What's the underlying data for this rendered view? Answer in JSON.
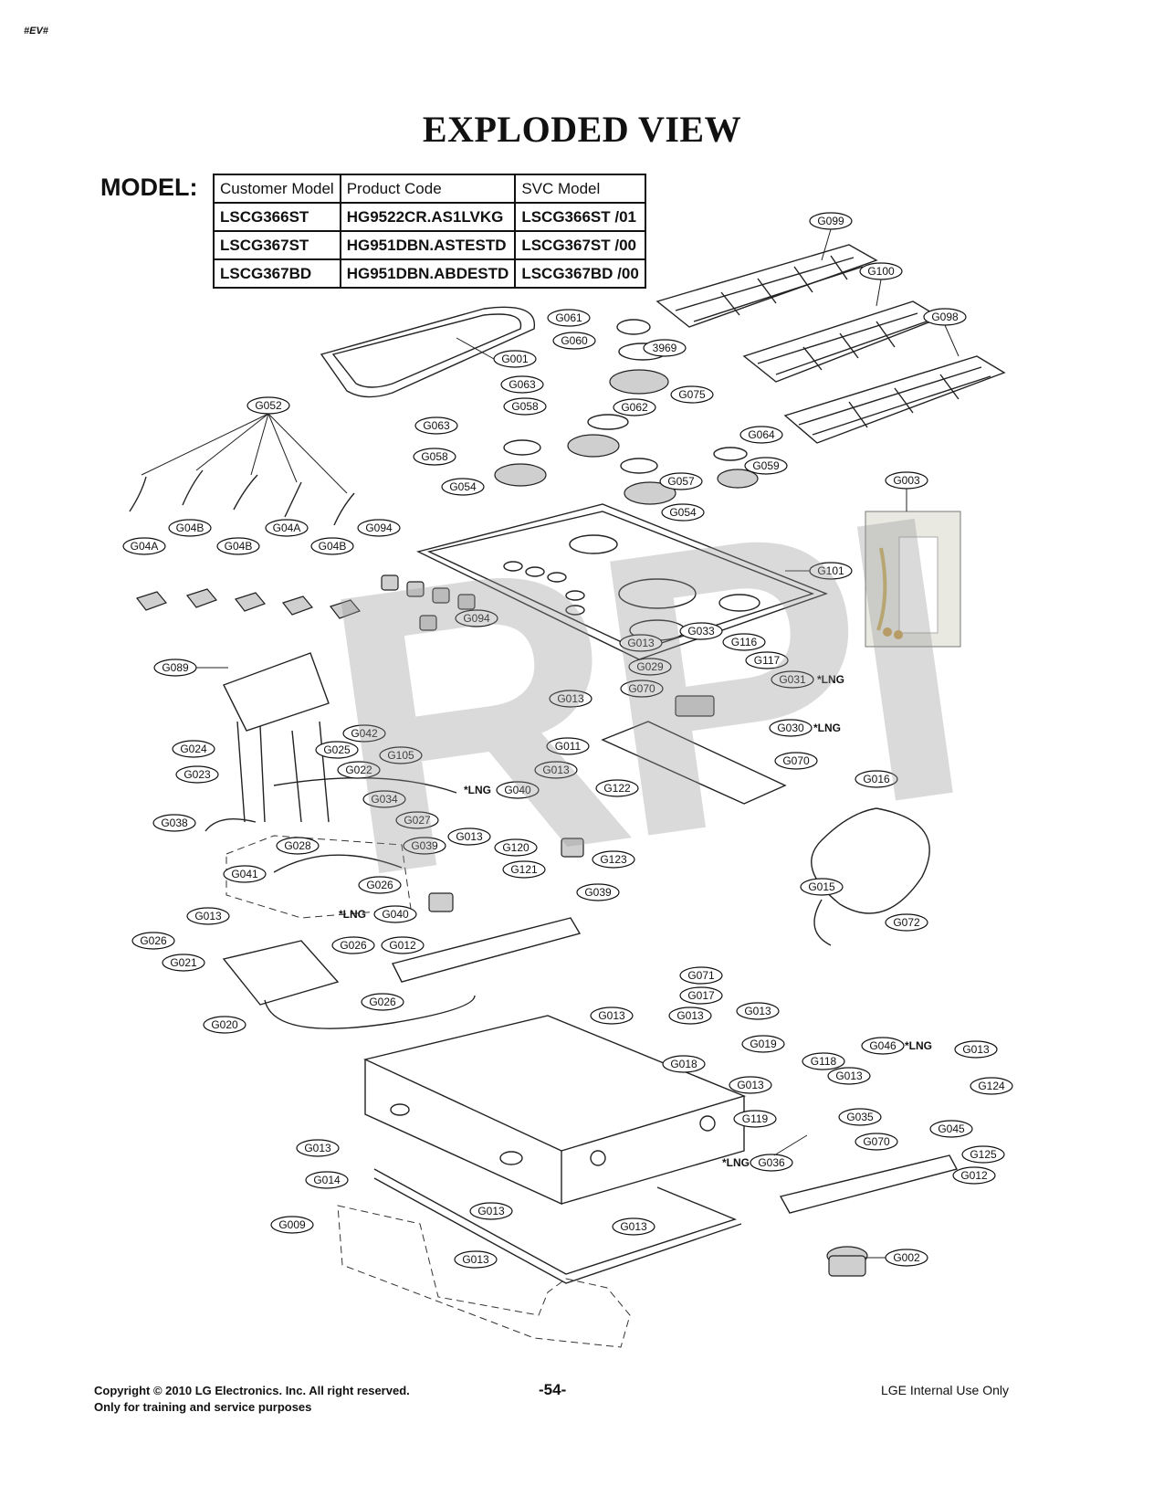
{
  "header": {
    "corner_mark": "#EV#",
    "title": "EXPLODED VIEW"
  },
  "model_table": {
    "label": "MODEL:",
    "columns": [
      "Customer Model",
      "Product Code",
      "SVC Model"
    ],
    "rows": [
      [
        "LSCG366ST",
        "HG9522CR.AS1LVKG",
        "LSCG366ST /01"
      ],
      [
        "LSCG367ST",
        "HG951DBN.ASTESTD",
        "LSCG367ST /00"
      ],
      [
        "LSCG367BD",
        "HG951DBN.ABDESTD",
        "LSCG367BD /00"
      ]
    ]
  },
  "watermark": "RPI",
  "callouts": [
    {
      "id": "G099"
    },
    {
      "id": "G100"
    },
    {
      "id": "G098"
    },
    {
      "id": "G061"
    },
    {
      "id": "G060"
    },
    {
      "id": "3969"
    },
    {
      "id": "G001"
    },
    {
      "id": "G075"
    },
    {
      "id": "G063"
    },
    {
      "id": "G058"
    },
    {
      "id": "G062"
    },
    {
      "id": "G063"
    },
    {
      "id": "G064"
    },
    {
      "id": "G058"
    },
    {
      "id": "G059"
    },
    {
      "id": "G057"
    },
    {
      "id": "G052"
    },
    {
      "id": "G054"
    },
    {
      "id": "G003"
    },
    {
      "id": "G054"
    },
    {
      "id": "G04B"
    },
    {
      "id": "G04A"
    },
    {
      "id": "G094"
    },
    {
      "id": "G04A"
    },
    {
      "id": "G04B"
    },
    {
      "id": "G04B"
    },
    {
      "id": "G101"
    },
    {
      "id": "G094"
    },
    {
      "id": "G013"
    },
    {
      "id": "G033"
    },
    {
      "id": "G116"
    },
    {
      "id": "G089"
    },
    {
      "id": "G029"
    },
    {
      "id": "G117"
    },
    {
      "id": "G070"
    },
    {
      "id": "G031"
    },
    {
      "id": "G013"
    },
    {
      "id": "G030"
    },
    {
      "id": "G042"
    },
    {
      "id": "G011"
    },
    {
      "id": "G024"
    },
    {
      "id": "G025"
    },
    {
      "id": "G105"
    },
    {
      "id": "G070"
    },
    {
      "id": "G022"
    },
    {
      "id": "G013"
    },
    {
      "id": "G023"
    },
    {
      "id": "G016"
    },
    {
      "id": "G040"
    },
    {
      "id": "G122"
    },
    {
      "id": "G034"
    },
    {
      "id": "G038"
    },
    {
      "id": "G027"
    },
    {
      "id": "G013"
    },
    {
      "id": "G039"
    },
    {
      "id": "G028"
    },
    {
      "id": "G120"
    },
    {
      "id": "G123"
    },
    {
      "id": "G121"
    },
    {
      "id": "G041"
    },
    {
      "id": "G015"
    },
    {
      "id": "G026"
    },
    {
      "id": "G039"
    },
    {
      "id": "G040"
    },
    {
      "id": "G013"
    },
    {
      "id": "G072"
    },
    {
      "id": "G026"
    },
    {
      "id": "G026"
    },
    {
      "id": "G012"
    },
    {
      "id": "G021"
    },
    {
      "id": "G071"
    },
    {
      "id": "G017"
    },
    {
      "id": "G026"
    },
    {
      "id": "G013"
    },
    {
      "id": "G013"
    },
    {
      "id": "G013"
    },
    {
      "id": "G020"
    },
    {
      "id": "G019"
    },
    {
      "id": "G046"
    },
    {
      "id": "G013"
    },
    {
      "id": "G118"
    },
    {
      "id": "G018"
    },
    {
      "id": "G013"
    },
    {
      "id": "G013"
    },
    {
      "id": "G124"
    },
    {
      "id": "G119"
    },
    {
      "id": "G035"
    },
    {
      "id": "G045"
    },
    {
      "id": "G013"
    },
    {
      "id": "G036"
    },
    {
      "id": "G070"
    },
    {
      "id": "G125"
    },
    {
      "id": "G014"
    },
    {
      "id": "G012"
    },
    {
      "id": "G013"
    },
    {
      "id": "G009"
    },
    {
      "id": "G013"
    },
    {
      "id": "G013"
    },
    {
      "id": "G002"
    }
  ],
  "notes": [
    "*LNG",
    "*LNG",
    "*LNG",
    "*LNG",
    "*LNG",
    "*LNG"
  ],
  "footer": {
    "copyright": "Copyright © 2010 LG Electronics. Inc. All right reserved.",
    "training": "Only for training and service purposes",
    "page": "-54-",
    "internal": "LGE Internal Use Only"
  }
}
